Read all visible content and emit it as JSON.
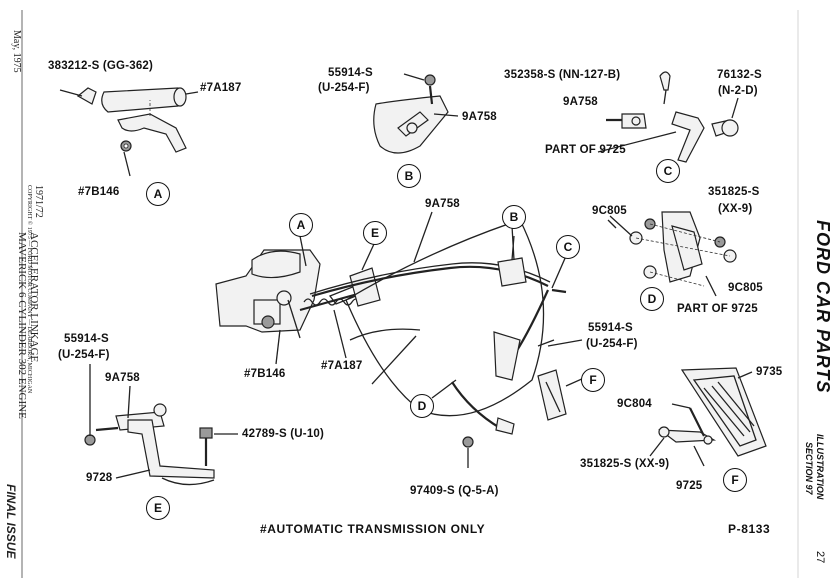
{
  "left_margin": {
    "date": "May, 1975",
    "title_year": "1971/72",
    "title_line1": "ACCELERATOR LINKAGE",
    "title_line2": "MAVERICK 6 CYLINDER 302 ENGINE",
    "copyright": "COPYRIGHT © 1975 — FORD MOTOR COMPANY — DEARBORN, MICHIGAN",
    "status": "FINAL ISSUE"
  },
  "right_margin": {
    "brand": "FORD CAR PARTS",
    "section_line1": "ILLUSTRATION",
    "section_line2": "SECTION 97",
    "page_number": "27"
  },
  "callouts": {
    "a_bracket": "383212-S (GG-362)",
    "a_rod": "#7A187",
    "a_bushing": "#7B146",
    "b_screw_num": "55914-S",
    "b_screw_code": "(U-254-F)",
    "b_cable": "9A758",
    "c_pin": "352358-S (NN-127-B)",
    "c_nut_num": "76132-S",
    "c_nut_code": "(N-2-D)",
    "c_cable": "9A758",
    "c_part": "PART OF 9725",
    "d_bushing_left": "9C805",
    "d_clip_num": "351825-S",
    "d_clip_code": "(XX-9)",
    "d_bushing_right": "9C805",
    "d_part": "PART OF 9725",
    "main_cable": "9A758",
    "main_screw_num": "55914-S",
    "main_screw_code": "(U-254-F)",
    "main_bushing": "#7B146",
    "main_rod": "#7A187",
    "main_clip": "97409-S (Q-5-A)",
    "e_screw_num": "55914-S",
    "e_screw_code": "(U-254-F)",
    "e_cable": "9A758",
    "e_bolt": "42789-S (U-10)",
    "e_bracket": "9728",
    "f_pad": "9735",
    "f_pivot": "9C804",
    "f_clip": "351825-S (XX-9)",
    "f_lever": "9725"
  },
  "view_letters": {
    "a_view": "A",
    "b_view": "B",
    "c_view": "C",
    "d_view": "D",
    "e_view": "E",
    "f_view": "F",
    "main_a": "A",
    "main_b": "B",
    "main_c": "C",
    "main_d": "D",
    "main_e": "E",
    "main_f": "F"
  },
  "footnote": "#AUTOMATIC TRANSMISSION ONLY",
  "plate_number": "P-8133"
}
